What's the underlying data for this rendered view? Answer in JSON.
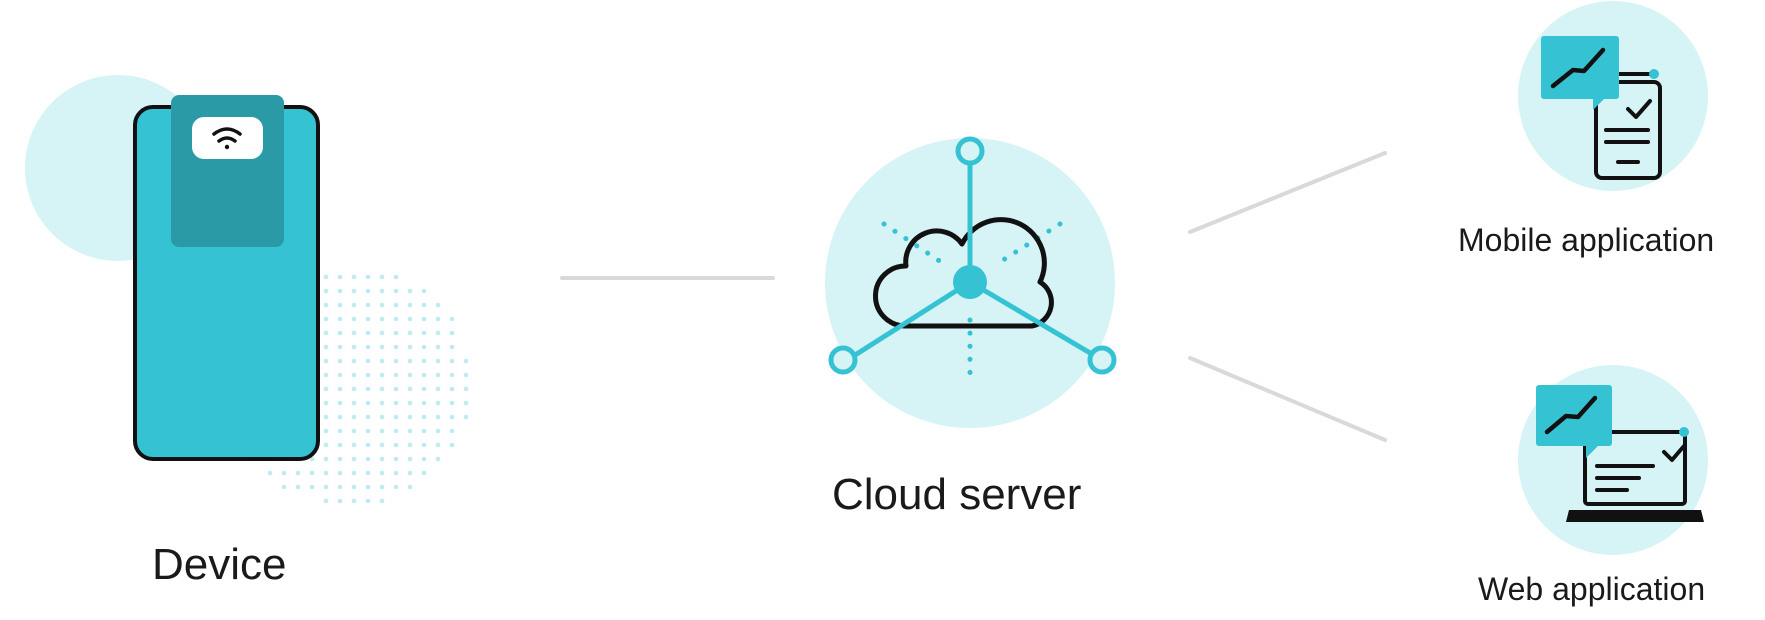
{
  "labels": {
    "device": "Device",
    "cloud_server": "Cloud server",
    "mobile_application": "Mobile application",
    "web_application": "Web application"
  },
  "icons": {
    "device": "smartphone-device-icon",
    "wifi": "wifi-icon",
    "cloud_server": "cloud-network-icon",
    "mobile_application": "mobile-chart-checklist-icon",
    "web_application": "laptop-chart-checklist-icon"
  },
  "colors": {
    "teal": "#35c3d4",
    "teal_dark": "#2a9aa6",
    "teal_light": "#d6f3f6",
    "line_gray": "#d9d9d9",
    "ink": "#111111"
  }
}
